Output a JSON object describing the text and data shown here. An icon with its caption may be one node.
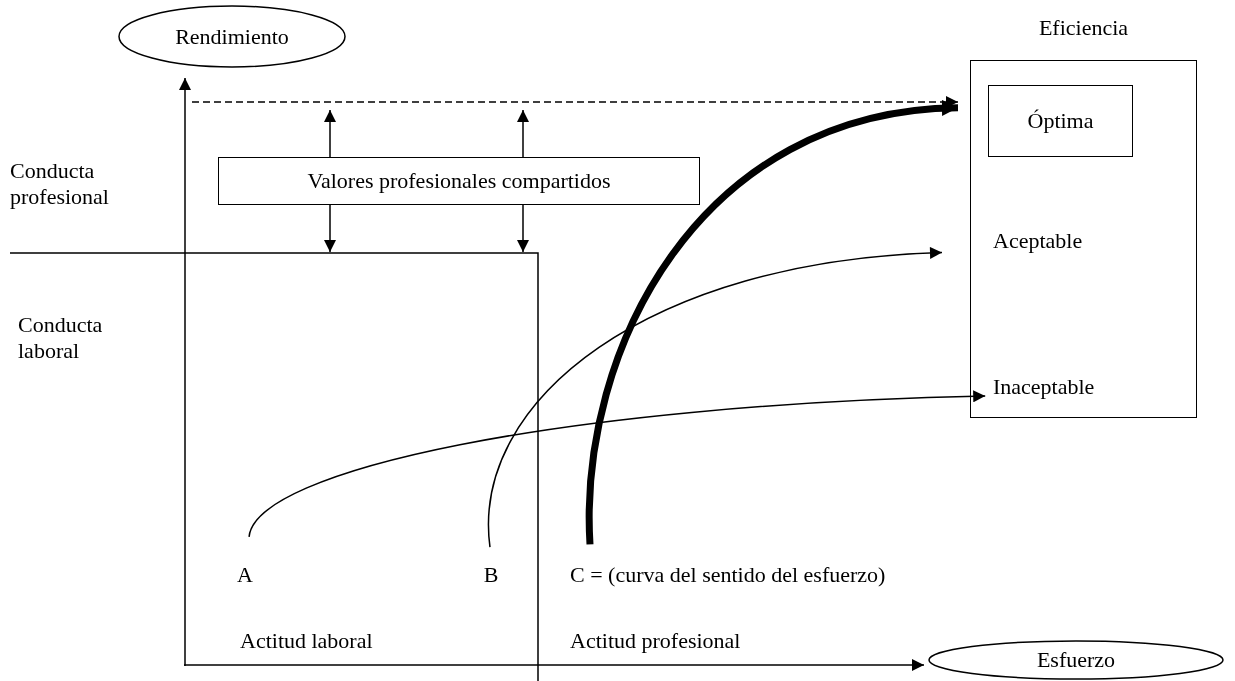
{
  "diagram": {
    "nodes": [
      {
        "text": [
          "Rendimiento"
        ]
      },
      {
        "text": [
          "Esfuerzo"
        ]
      },
      {
        "text": [
          "Eficiencia"
        ]
      },
      {
        "text": [
          "Óptima"
        ],
        "in": 2
      },
      {
        "text": [
          "Aceptable"
        ],
        "in": 2
      },
      {
        "text": [
          "Inaceptable"
        ],
        "in": 2
      },
      {
        "text": [
          "Valores profesionales compartidos"
        ]
      },
      {
        "text": [
          "A"
        ]
      },
      {
        "text": [
          "B"
        ]
      },
      {
        "text": [
          "C = (curva del sentido del esfuerzo)"
        ]
      }
    ],
    "edges": [
      {
        "from": 7,
        "to": 5,
        "arrow": "to"
      },
      {
        "from": 8,
        "to": 4,
        "arrow": "to"
      },
      {
        "from": 9,
        "to": 3,
        "arrow": "to",
        "style": "thick"
      },
      {
        "from": null,
        "to": 3,
        "arrow": "to",
        "style": "dashed"
      },
      {
        "from": 6,
        "to": null,
        "arrow": "to"
      },
      {
        "from": 6,
        "to": null,
        "arrow": "to"
      },
      {
        "from": 6,
        "to": null,
        "arrow": "to"
      },
      {
        "from": 6,
        "to": null,
        "arrow": "to"
      },
      {
        "from": null,
        "to": 0,
        "arrow": "to"
      },
      {
        "from": null,
        "to": 1,
        "arrow": "to"
      }
    ],
    "labels": [
      "Conducta profesional",
      "Conducta laboral",
      "Actitud laboral",
      "Actitud profesional"
    ]
  }
}
